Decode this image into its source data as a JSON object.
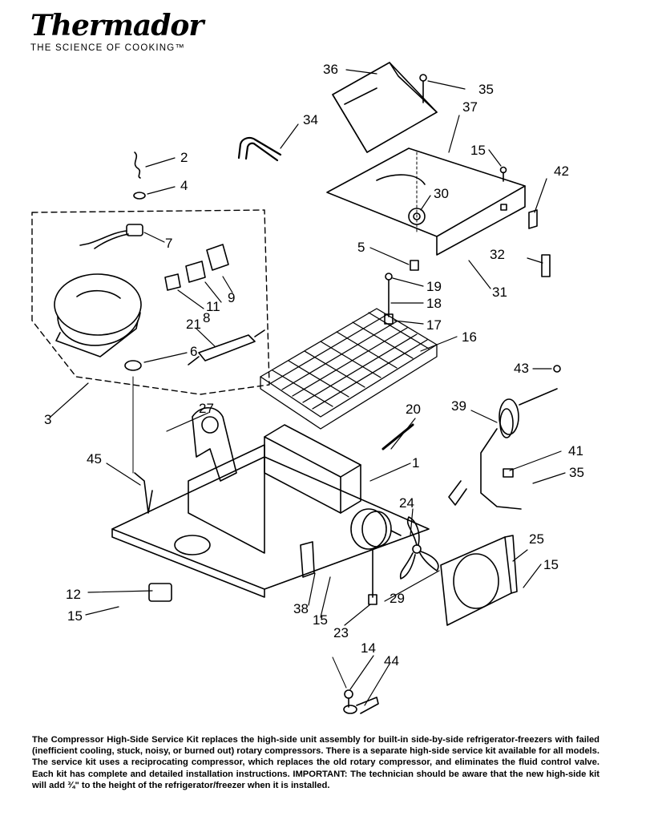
{
  "brand": {
    "name": "Thermador",
    "tagline": "THE SCIENCE OF COOKING™"
  },
  "callouts": [
    "36",
    "35",
    "34",
    "37",
    "2",
    "15",
    "42",
    "4",
    "30",
    "7",
    "5",
    "32",
    "31",
    "19",
    "9",
    "11",
    "18",
    "8",
    "17",
    "21",
    "16",
    "6",
    "43",
    "3",
    "27",
    "20",
    "39",
    "1",
    "41",
    "45",
    "35",
    "24",
    "25",
    "15",
    "12",
    "38",
    "15",
    "29",
    "15",
    "23",
    "14",
    "44"
  ],
  "note": {
    "text": "The Compressor High-Side Service Kit replaces the high-side unit assembly for built-in side-by-side refrigerator-freezers with failed (inefficient cooling, stuck, noisy, or burned out) rotary compressors. There is a separate high-side service kit available for all models. The service kit uses a reciprocating compressor, which replaces the old rotary compressor, and eliminates the fluid control valve. Each kit has complete and detailed installation instructions.",
    "important_label": "IMPORTANT:",
    "important_text": " The technician should be aware that the new high-side kit will add ¾\" to the height of the refrigerator/freezer when it is installed."
  }
}
